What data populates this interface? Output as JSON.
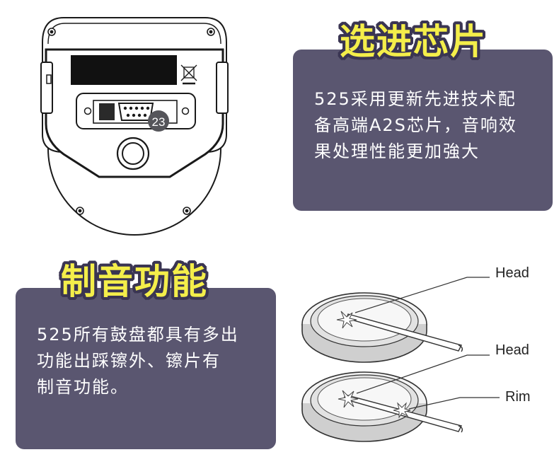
{
  "device": {
    "port_badge": "23"
  },
  "sections": {
    "chip": {
      "title": "选进芯片",
      "description": "525采用更新先进技术配\n备高端A2S芯片，音响效\n果处理性能更加強大"
    },
    "choke": {
      "title": "制音功能",
      "description": "525所有鼓盘都具有多出\n功能出踩镲外、镲片有\n制音功能。"
    }
  },
  "diagram": {
    "label_head_top": "Head",
    "label_head_bottom": "Head",
    "label_rim": "Rim"
  },
  "colors": {
    "panel": "#5a5670",
    "headline_fill": "#f4ee4a",
    "headline_outline": "#3a3552"
  }
}
